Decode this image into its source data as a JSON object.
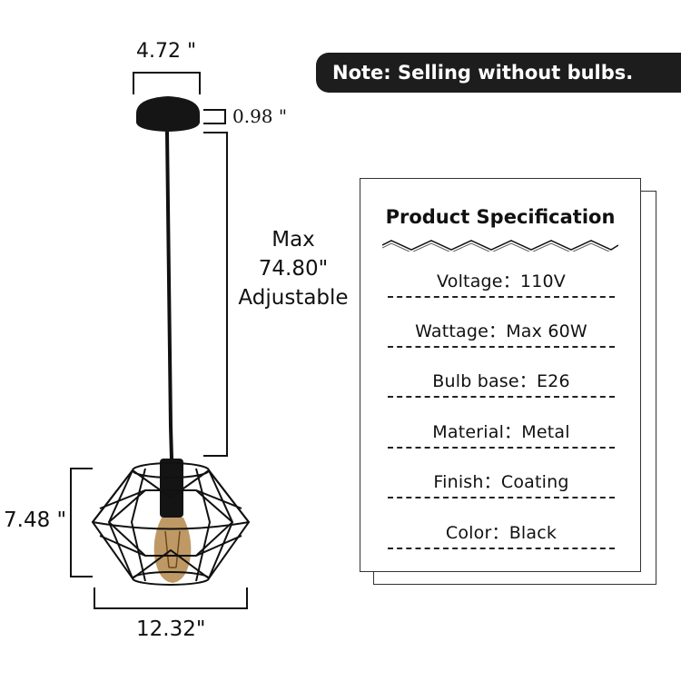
{
  "dimensions": {
    "canopy_width": "4.72 \"",
    "canopy_height": "0.98 \"",
    "cord_max_line1": "Max",
    "cord_max_line2": "74.80\"",
    "cord_max_line3": "Adjustable",
    "shade_height": "7.48 \"",
    "shade_width": "12.32\""
  },
  "note": "Note: Selling without bulbs.",
  "spec": {
    "title": "Product Specification",
    "rows": [
      {
        "text": "Voltage：110V"
      },
      {
        "text": "Wattage：Max 60W"
      },
      {
        "text": "Bulb base：E26"
      },
      {
        "text": "Material：Metal"
      },
      {
        "text": "Finish：Coating"
      },
      {
        "text": "Color：Black"
      }
    ]
  },
  "colors": {
    "ink": "#111111",
    "banner": "#1d1d1d",
    "bulb_amber": "#b4874a"
  }
}
